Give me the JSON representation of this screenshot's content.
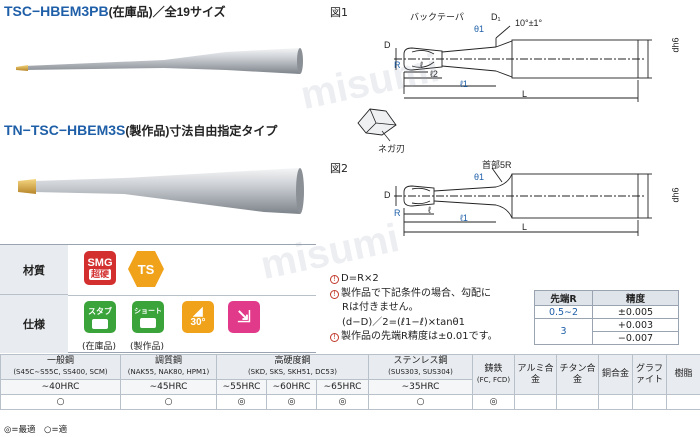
{
  "titles": {
    "stock_name": "TSC−HBEM3PB",
    "stock_sub": "(在庫品)／全19サイズ",
    "custom_name": "TN−TSC−HBEM3S",
    "custom_sub": "(製作品)寸法自由指定タイプ"
  },
  "figure1": {
    "label": "図1",
    "dims": {
      "taper": "バックテーパ",
      "d1": "D₁",
      "angle": "10°±1°",
      "theta": "θ1",
      "D": "D",
      "R": "R",
      "l": "ℓ",
      "l2": "ℓ2",
      "l1": "ℓ1",
      "L": "L",
      "d6": "dh6"
    },
    "detail_label": "ネガ刃"
  },
  "figure2": {
    "label": "図2",
    "dims": {
      "neck_r": "首部5R",
      "theta": "θ1",
      "D": "D",
      "R": "R",
      "l": "ℓ",
      "l1": "ℓ1",
      "L": "L",
      "d6": "dh6"
    }
  },
  "specs": {
    "material_label": "材質",
    "spec_label": "仕様",
    "badges": {
      "smg_top": "SMG",
      "smg_bottom": "超硬",
      "ts": "TS",
      "stub": "スタブ",
      "short": "ショート",
      "angle": "30°"
    },
    "caption_stock": "(在庫品)",
    "caption_custom": "(製作品)"
  },
  "notes": [
    "D=R×2",
    "製作品で下記条件の場合、勾配に",
    "Rは付きません。",
    "(d−D)／2=(ℓ1−ℓ)×tanθ1",
    "製作品の先端R精度は±0.01です。"
  ],
  "precision_table": {
    "headers": [
      "先端R",
      "精度"
    ],
    "rows": [
      {
        "key": "0.5∼2",
        "vals": [
          "±0.005"
        ]
      },
      {
        "key": "3",
        "vals": [
          "+0.003",
          "−0.007"
        ]
      }
    ]
  },
  "material_table": {
    "groups": [
      {
        "name": "一般鋼",
        "sub": "(S45C∼S55C, SS400, SCM)"
      },
      {
        "name": "調質鋼",
        "sub": "(NAK55, NAK80, HPM1)"
      },
      {
        "name": "高硬度鋼",
        "sub": "(SKD, SKS, SKH51, DC53)"
      },
      {
        "name": "ステンレス鋼",
        "sub": "(SUS303, SUS304)"
      },
      {
        "name": "鋳鉄",
        "sub": "(FC, FCD)"
      },
      {
        "name": "アルミ合金",
        "sub": ""
      },
      {
        "name": "チタン合金",
        "sub": ""
      },
      {
        "name": "銅合金",
        "sub": ""
      },
      {
        "name": "グラファイト",
        "sub": ""
      },
      {
        "name": "樹脂",
        "sub": ""
      }
    ],
    "hardness": [
      "∼40HRC",
      "∼45HRC",
      "∼55HRC",
      "∼60HRC",
      "∼65HRC",
      "∼35HRC"
    ],
    "ratings": [
      "○",
      "○",
      "◎",
      "◎",
      "◎",
      "○",
      "◎",
      "",
      "",
      "",
      "",
      "",
      ""
    ]
  },
  "legend": "◎=最適　○=適",
  "watermark": "misumi"
}
